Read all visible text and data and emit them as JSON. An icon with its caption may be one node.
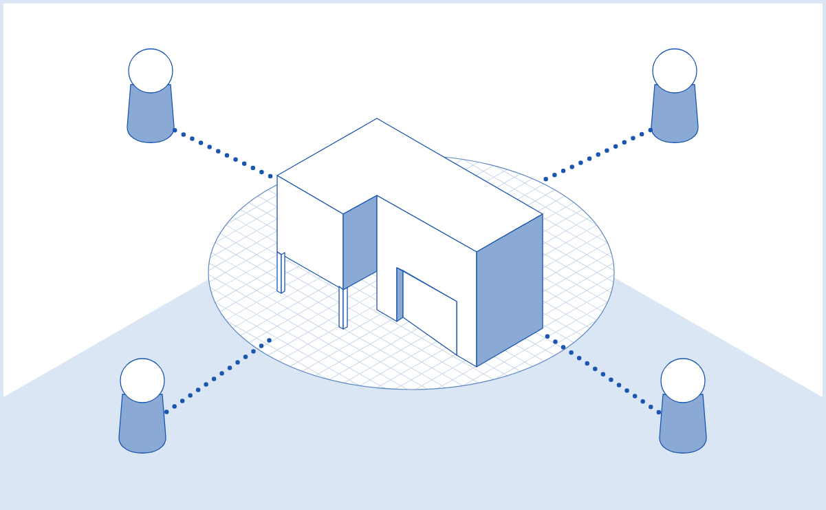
{
  "diagram": {
    "nodes": [
      {
        "text": [],
        "shape": "person"
      },
      {
        "text": [],
        "shape": "person"
      },
      {
        "text": [],
        "shape": "picture"
      },
      {
        "text": [],
        "shape": "person"
      },
      {
        "text": [],
        "shape": "person"
      }
    ],
    "edges": [
      {
        "from": 0,
        "to": 2,
        "arrow": "none"
      },
      {
        "from": 1,
        "to": 2,
        "arrow": "none"
      },
      {
        "from": 3,
        "to": 2,
        "arrow": "none"
      },
      {
        "from": 4,
        "to": 2,
        "arrow": "none"
      }
    ]
  }
}
